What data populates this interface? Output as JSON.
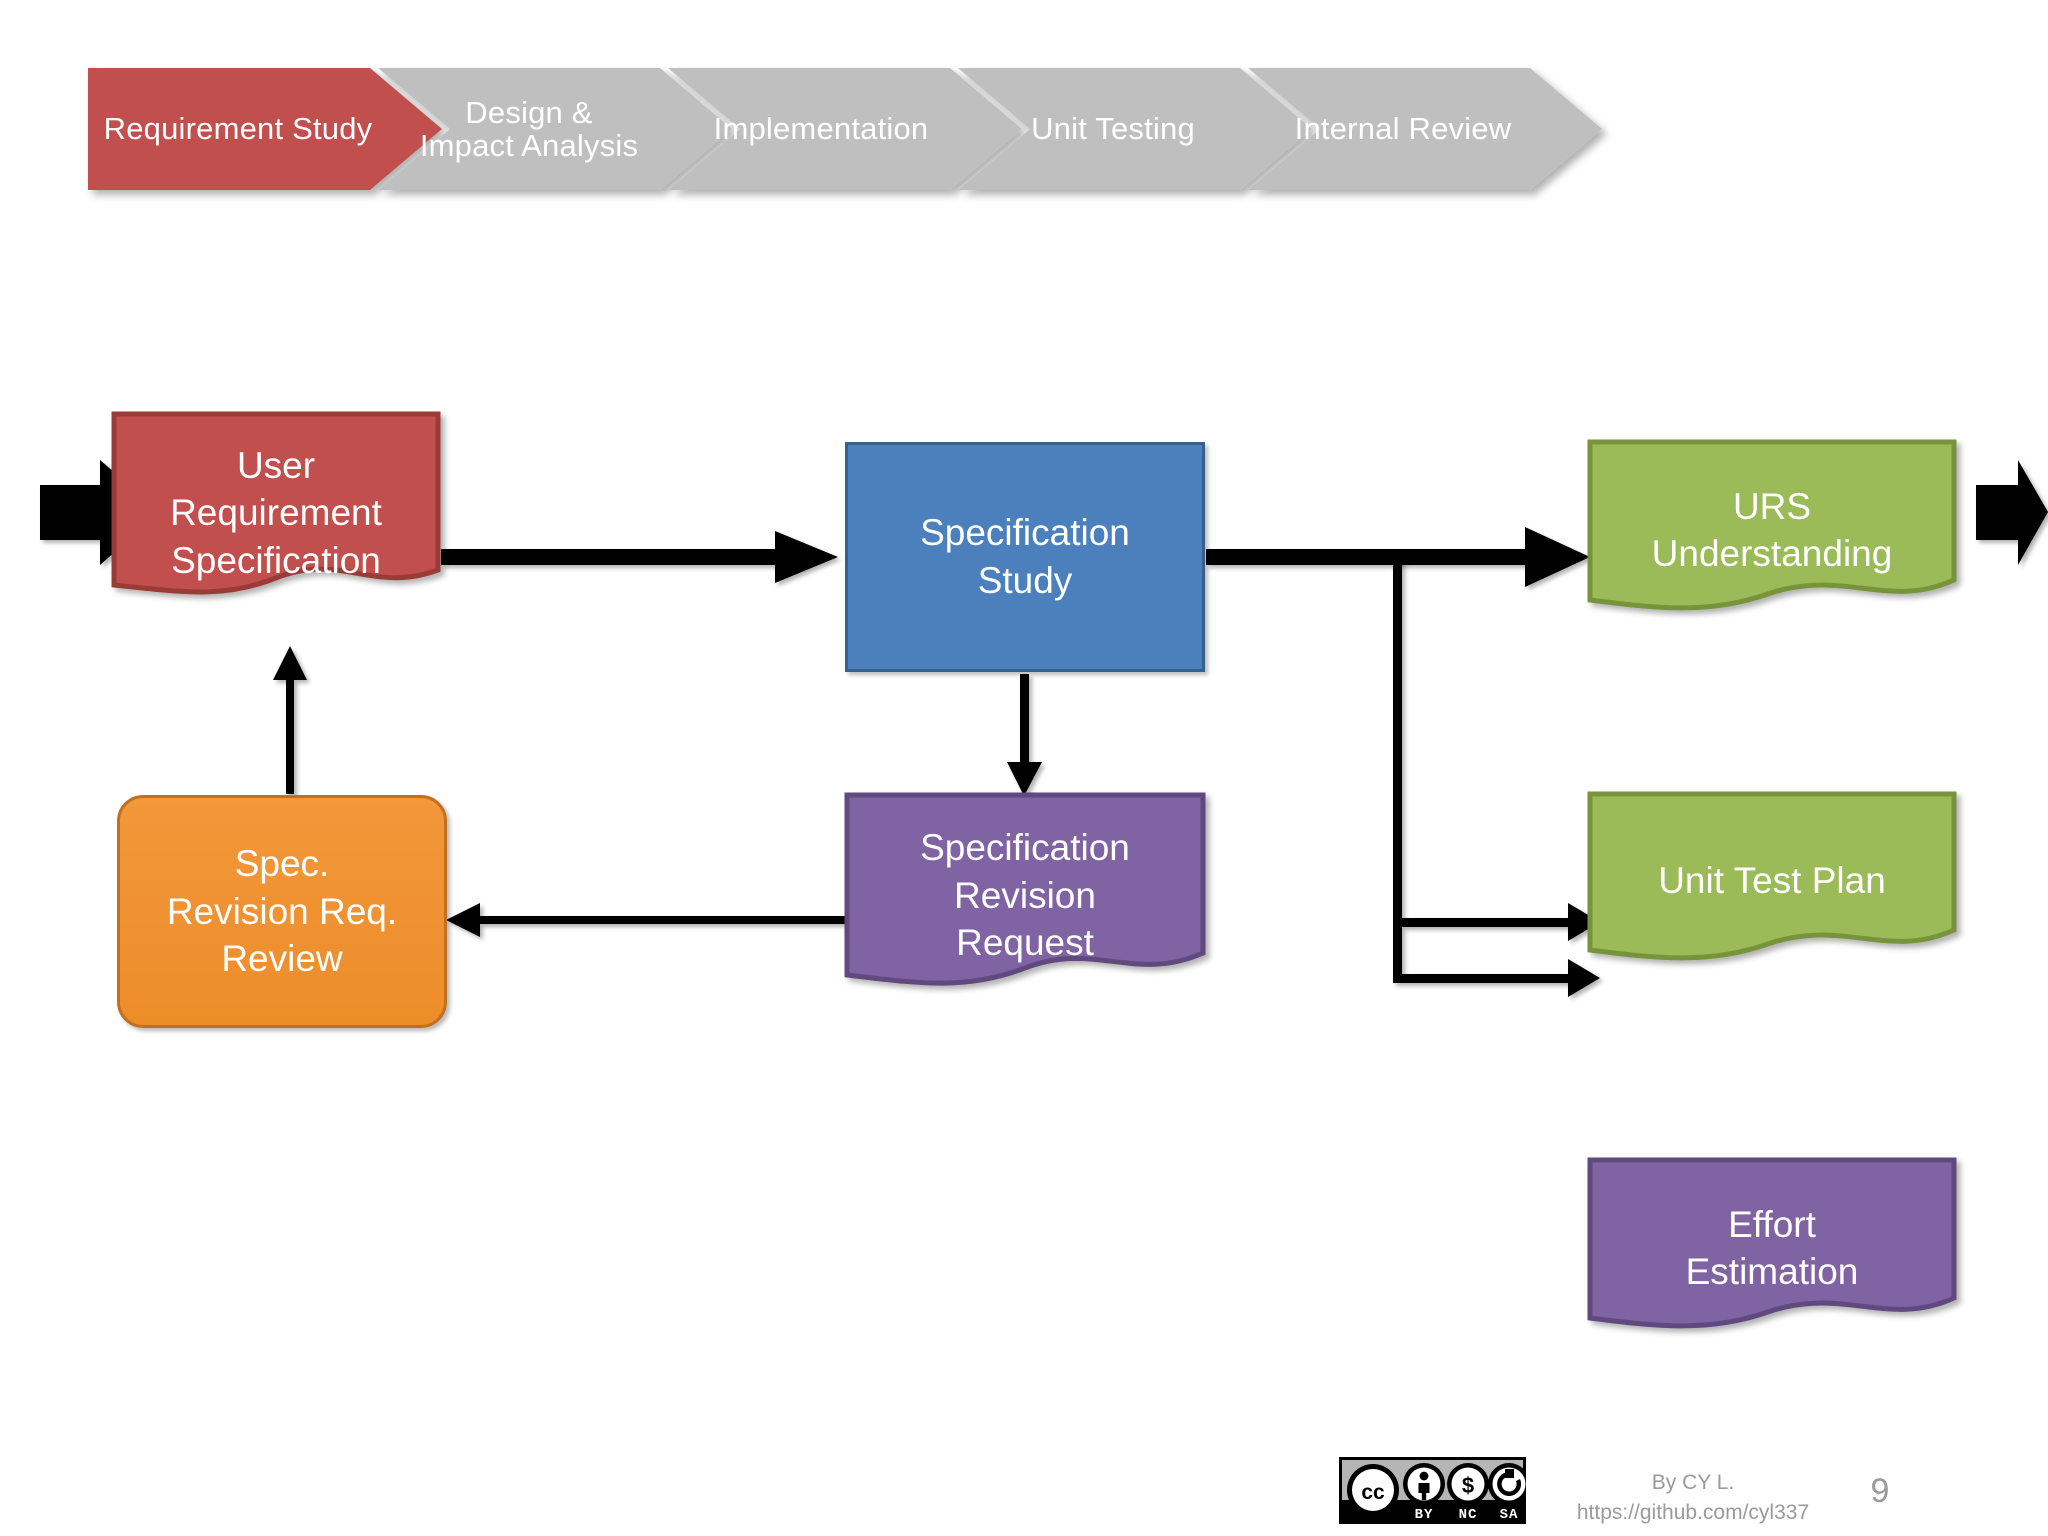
{
  "process_bar": {
    "steps": [
      {
        "label": "Requirement  Study",
        "state": "active",
        "color": "#C0504D"
      },
      {
        "label": "Design  &\nImpact Analysis",
        "state": "inactive",
        "color": "#BFBFBF"
      },
      {
        "label": "Implementation",
        "state": "inactive",
        "color": "#BFBFBF"
      },
      {
        "label": "Unit Testing",
        "state": "inactive",
        "color": "#BFBFBF"
      },
      {
        "label": "Internal Review",
        "state": "inactive",
        "color": "#BFBFBF"
      }
    ]
  },
  "diagram": {
    "nodes": {
      "urs": {
        "label": "User\nRequirement\nSpecification",
        "shape": "document",
        "fill": "#C0504D",
        "stroke": "#9A3B38"
      },
      "spec_rev_review": {
        "label": "Spec.\nRevision Req.\nReview",
        "shape": "rounded-rect",
        "fill": "#F0912D",
        "stroke": "#C1701F"
      },
      "spec_study": {
        "label": "Specification\nStudy",
        "shape": "rect",
        "fill": "#4C80BC",
        "stroke": "#35618F"
      },
      "spec_rev_request": {
        "label": "Specification\nRevision\nRequest",
        "shape": "document",
        "fill": "#8064A2",
        "stroke": "#5F4A7E"
      },
      "urs_understanding": {
        "label": "URS\nUnderstanding",
        "shape": "document",
        "fill": "#9BBB59",
        "stroke": "#77943C"
      },
      "unit_test_plan": {
        "label": "Unit Test Plan",
        "shape": "document",
        "fill": "#9BBB59",
        "stroke": "#77943C"
      },
      "effort_estimation": {
        "label": "Effort\nEstimation",
        "shape": "document",
        "fill": "#8064A2",
        "stroke": "#5F4A7E"
      }
    },
    "edges": [
      {
        "from": "input",
        "to": "urs",
        "style": "thick-block-arrow"
      },
      {
        "from": "urs",
        "to": "spec_study",
        "style": "thick-arrow"
      },
      {
        "from": "spec_study",
        "to": "urs_understanding",
        "style": "thick-arrow"
      },
      {
        "from": "spec_study",
        "to": "spec_rev_request",
        "style": "thin-arrow"
      },
      {
        "from": "spec_rev_request",
        "to": "spec_rev_review",
        "style": "thin-arrow"
      },
      {
        "from": "spec_rev_review",
        "to": "urs",
        "style": "thin-arrow"
      },
      {
        "from": "spec_study",
        "to": "unit_test_plan",
        "style": "thin-arrow"
      },
      {
        "from": "spec_study",
        "to": "effort_estimation",
        "style": "thin-arrow"
      },
      {
        "from": "urs_understanding",
        "to": "output",
        "style": "thick-block-arrow"
      }
    ]
  },
  "footer": {
    "license": "CC BY NC SA",
    "license_parts": [
      "CC",
      "BY",
      "NC",
      "SA"
    ],
    "author": "By CY L.",
    "url": "https://github.com/cyl337",
    "page_number": "9"
  }
}
